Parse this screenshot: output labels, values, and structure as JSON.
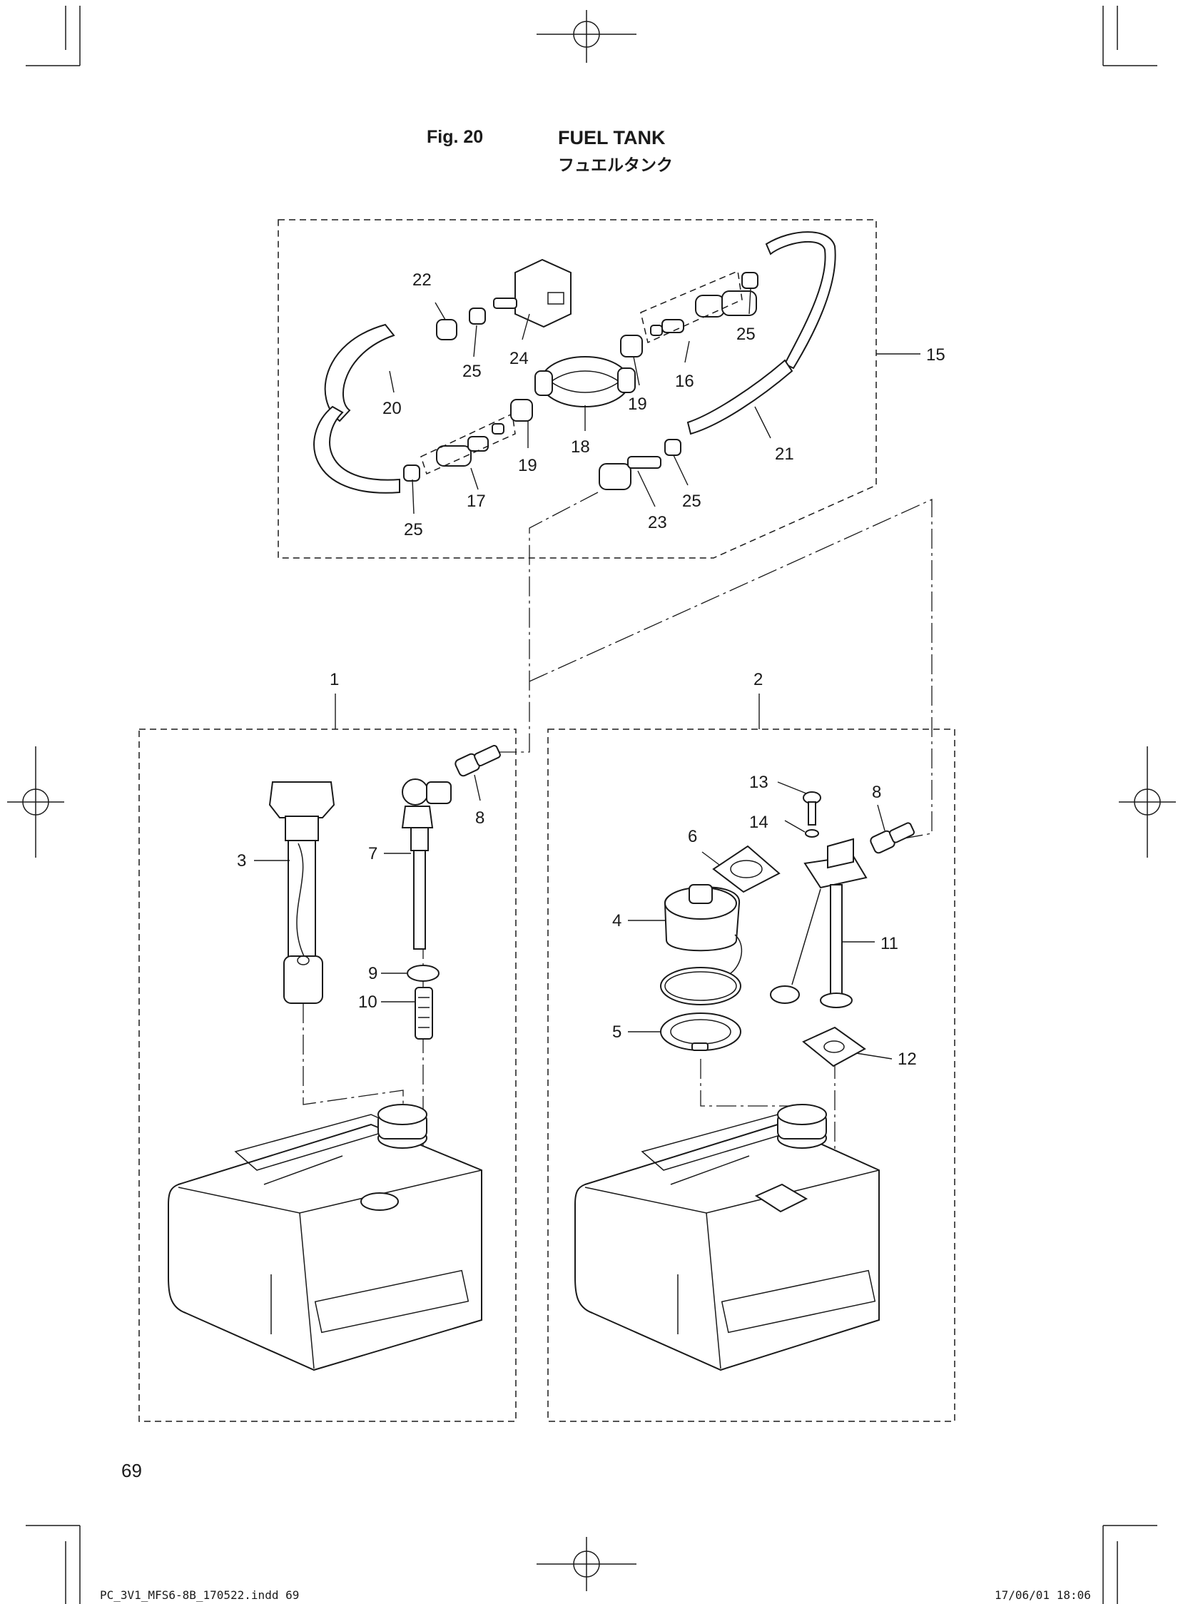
{
  "header": {
    "fig_label": "Fig. 20",
    "title_en": "FUEL TANK",
    "title_jp": "フュエルタンク"
  },
  "page_number": "69",
  "footer": {
    "file": "PC_3V1_MFS6-8B_170522.indd  69",
    "datetime": "17/06/01  18:06"
  },
  "callouts": {
    "p1": "1",
    "p2": "2",
    "p3": "3",
    "p4": "4",
    "p5": "5",
    "p6": "6",
    "p7": "7",
    "p8": "8",
    "p9": "9",
    "p10": "10",
    "p11": "11",
    "p12": "12",
    "p13": "13",
    "p14": "14",
    "p15": "15",
    "p16": "16",
    "p17": "17",
    "p18": "18",
    "p19": "19",
    "p20": "20",
    "p21": "21",
    "p22": "22",
    "p23": "23",
    "p24": "24",
    "p25": "25"
  }
}
